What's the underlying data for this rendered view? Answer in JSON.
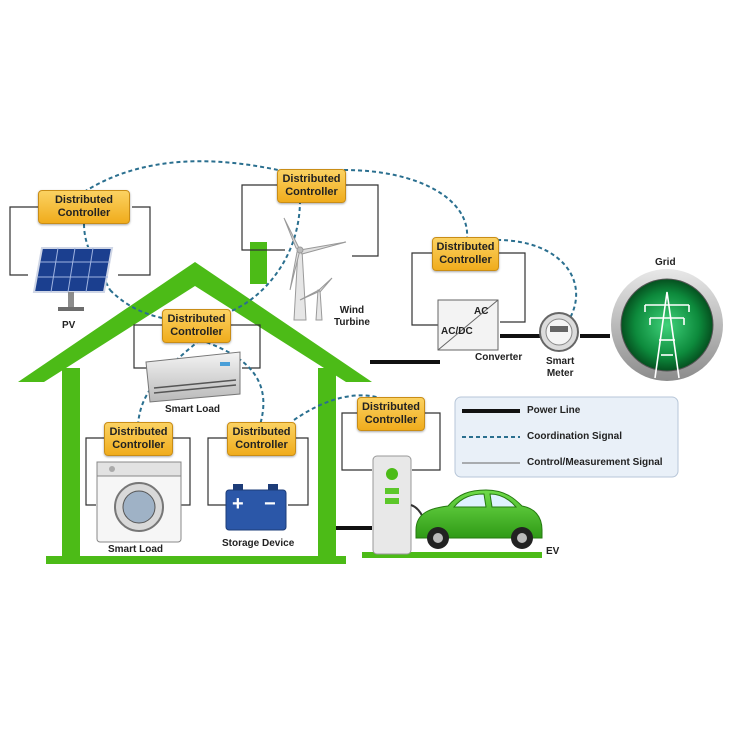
{
  "controller_line1": "Distributed",
  "controller_line2": "Controller",
  "labels": {
    "pv": "PV",
    "wind_line1": "Wind",
    "wind_line2": "Turbine",
    "smart_load_top": "Smart Load",
    "smart_load_bottom": "Smart Load",
    "storage": "Storage Device",
    "ev": "EV",
    "grid": "Grid",
    "converter": "Converter",
    "smart_meter_line1": "Smart",
    "smart_meter_line2": "Meter",
    "ac": "AC",
    "acdc": "AC/DC"
  },
  "legend": {
    "power_line": "Power Line",
    "coordination_signal": "Coordination Signal",
    "control_signal": "Control/Measurement Signal"
  },
  "colors": {
    "house_green": "#4cbb17",
    "controller_fill": "#f5b82e",
    "coordination_line": "#2a6f8f",
    "power_line": "#111111"
  },
  "icons": {
    "battery_plus": "+",
    "battery_minus": "−"
  }
}
